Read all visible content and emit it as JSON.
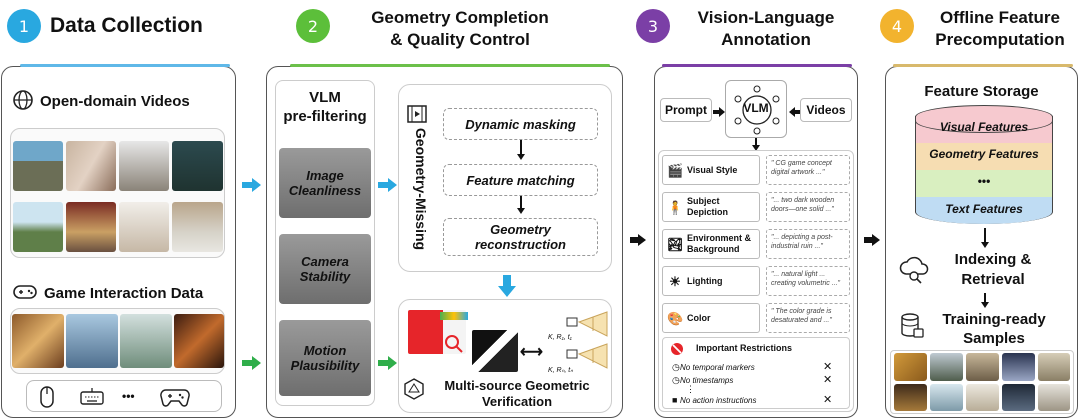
{
  "stages": [
    {
      "num": "1",
      "title": "Data Collection",
      "color": "#29a8e0"
    },
    {
      "num": "2",
      "title": "Geometry Completion & Quality Control",
      "color": "#5cbf3a"
    },
    {
      "num": "3",
      "title": "Vision-Language Annotation",
      "color": "#7b3fa6"
    },
    {
      "num": "4",
      "title": "Offline Feature Precomputation",
      "color": "#f2b32e"
    }
  ],
  "stage2_title": {
    "line1": "Geometry Completion",
    "line2": "& Quality Control"
  },
  "stage3_title": {
    "line1": "Vision-Language",
    "line2": "Annotation"
  },
  "stage4_title": {
    "line1": "Offline Feature",
    "line2": "Precomputation"
  },
  "collection": {
    "videos_label": "Open-domain Videos",
    "game_label": "Game Interaction Data",
    "devices": [
      "mouse-icon",
      "keyboard-icon",
      "ellipsis",
      "gamepad-icon"
    ],
    "ellipsis": "•••"
  },
  "quality": {
    "prefilter_title": {
      "line1": "VLM",
      "line2": "pre-filtering"
    },
    "filters": [
      {
        "line1": "Image",
        "line2": "Cleanliness"
      },
      {
        "line1": "Camera",
        "line2": "Stability"
      },
      {
        "line1": "Motion",
        "line2": "Plausibility"
      }
    ],
    "geometry_missing_label": "Geometry-Missing",
    "steps": [
      {
        "line1": "Dynamic masking",
        "line2": ""
      },
      {
        "line1": "Feature matching",
        "line2": ""
      },
      {
        "line1": "Geometry",
        "line2": "reconstruction"
      }
    ],
    "verification": {
      "line1": "Multi-source Geometric",
      "line2": "Verification"
    },
    "camera_labels": [
      "K, R₁, t₁",
      "K, Rₙ, tₙ"
    ]
  },
  "annotation": {
    "prompt_label": "Prompt",
    "vlm_label": "VLM",
    "videos_label": "Videos",
    "rows": [
      {
        "label": "Visual Style",
        "icon": "clapperboard-icon",
        "glyph": "🎬",
        "quote": "\" CG game concept digital artwork ...\""
      },
      {
        "label": "Subject Depiction",
        "icon": "person-icon",
        "glyph": "🧍",
        "quote": "\"... two dark wooden doors—one solid ...\""
      },
      {
        "label": "Environment & Background",
        "icon": "landscape-icon",
        "glyph": "🏞",
        "quote": "\"... depicting a post-industrial ruin ...\""
      },
      {
        "label": "Lighting",
        "icon": "sun-icon",
        "glyph": "☀",
        "quote": "\"... natural light ... creating volumetric ...\""
      },
      {
        "label": "Color",
        "icon": "palette-icon",
        "glyph": "🎨",
        "quote": "\" The color grade is desaturated and ...\""
      }
    ],
    "restrictions_title": "Important Restrictions",
    "restrictions": [
      "No temporal markers",
      "No timestamps",
      "No  action instructions"
    ],
    "restriction_ellipsis": "⋮",
    "x_mark": "✕"
  },
  "features": {
    "storage_title": "Feature Storage",
    "layers": [
      {
        "label": "Visual Features",
        "color": "#f6c9cf"
      },
      {
        "label": "Geometry  Features",
        "color": "#f6ddb2"
      },
      {
        "label": "•••",
        "color": "#d9efc0"
      },
      {
        "label": "Text  Features",
        "color": "#bfdcf3"
      }
    ],
    "indexing": {
      "line1": "Indexing &",
      "line2": "Retrieval"
    },
    "samples": {
      "line1": "Training-ready",
      "line2": "Samples"
    }
  }
}
